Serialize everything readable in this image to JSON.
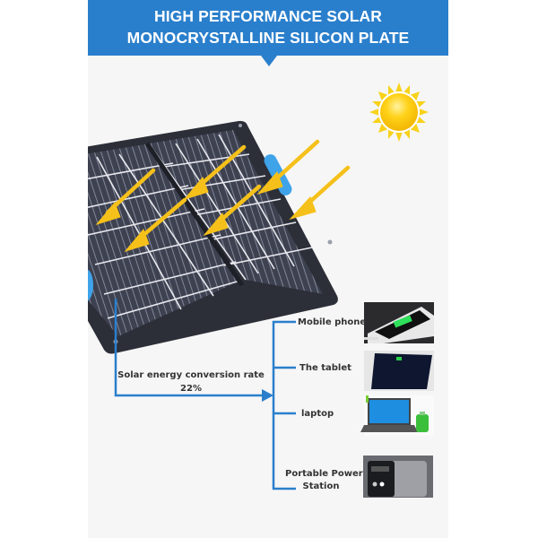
{
  "header": {
    "title_line1": "HIGH PERFORMANCE SOLAR",
    "title_line2": "MONOCRYSTALLINE SILICON PLATE",
    "background_color": "#2a7fcc",
    "text_color": "#ffffff"
  },
  "hero": {
    "product": "foldable solar panel",
    "sun_icon": "sun-icon",
    "arrow_color": "#f5c01a",
    "arrow_count": 6
  },
  "conversion": {
    "label": "Solar energy conversion rate",
    "value": "22%"
  },
  "devices": [
    {
      "label": "Mobile phone",
      "image": "phone-charging-image"
    },
    {
      "label": "The tablet",
      "image": "tablet-charging-image"
    },
    {
      "label": "laptop",
      "image": "laptop-charging-image"
    },
    {
      "label_line1": "Portable Power",
      "label_line2": "Station",
      "image": "power-station-image"
    }
  ],
  "colors": {
    "connector": "#2a7fcc",
    "background": "#f6f6f6",
    "text": "#333333"
  }
}
